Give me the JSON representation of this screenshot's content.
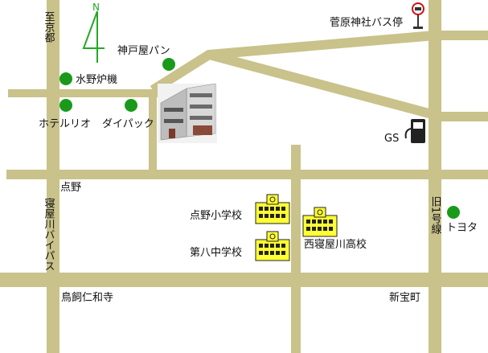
{
  "colors": {
    "road": "#c9c28a",
    "landmark_dot": "#1a9a1a",
    "school_fill": "#ffff33",
    "compass": "#22aa22",
    "text": "#111111"
  },
  "compass": {
    "label": "N"
  },
  "labels": {
    "kyoto": "至京都",
    "kobeya_pan": "神戸屋パン",
    "mizuno_roki": "水野炉機",
    "hotel_rio": "ホテルリオ",
    "daipack": "ダイパック",
    "sugahara_bus_stop": "菅原神社バス停",
    "gs": "GS",
    "tenno": "点野",
    "neyagawa_bypass": "寝屋川バイパス",
    "tenno_elementary": "点野小学校",
    "dai8_junior": "第八中学校",
    "nishi_neyagawa_high": "西寝屋川高校",
    "route1": "旧1号線",
    "toyota": "トヨタ",
    "torikai_ninnaji": "鳥飼仁和寺",
    "shinhomachi": "新宝町"
  },
  "icons": {
    "bus_stop": "bus-stop-sign-icon",
    "gas_pump": "gas-pump-icon",
    "school": "school-building-icon",
    "landmark": "green-dot-icon",
    "building_photo": "office-building-icon"
  }
}
